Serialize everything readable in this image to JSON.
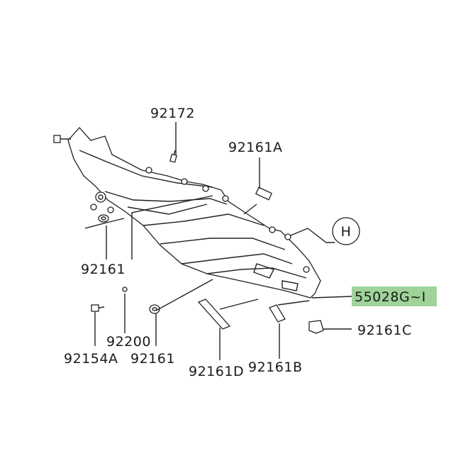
{
  "diagram": {
    "callout": "H",
    "highlight_color": "#9fd39a",
    "labels": {
      "p92172": "92172",
      "p92161A": "92161A",
      "p92161_left": "92161",
      "p55028": "55028G~I",
      "p92161C": "92161C",
      "p92200": "92200",
      "p92154A": "92154A",
      "p92161_bottom": "92161",
      "p92161D": "92161D",
      "p92161B": "92161B"
    }
  }
}
